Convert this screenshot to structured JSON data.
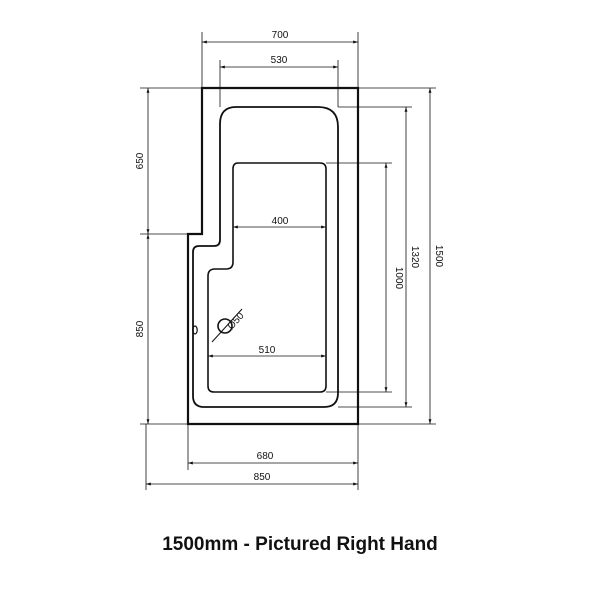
{
  "dimensions": {
    "top_outer_width": "700",
    "top_inner_width": "530",
    "left_upper_height": "650",
    "left_lower_height": "850",
    "inner_width": "400",
    "outlet": "Ø50",
    "lower_inner_width": "510",
    "inner_height": "1000",
    "inner_total_height": "1320",
    "overall_height": "1500",
    "bottom_inner_width": "680",
    "bottom_outer_width": "850"
  },
  "caption": "1500mm - Pictured Right Hand"
}
